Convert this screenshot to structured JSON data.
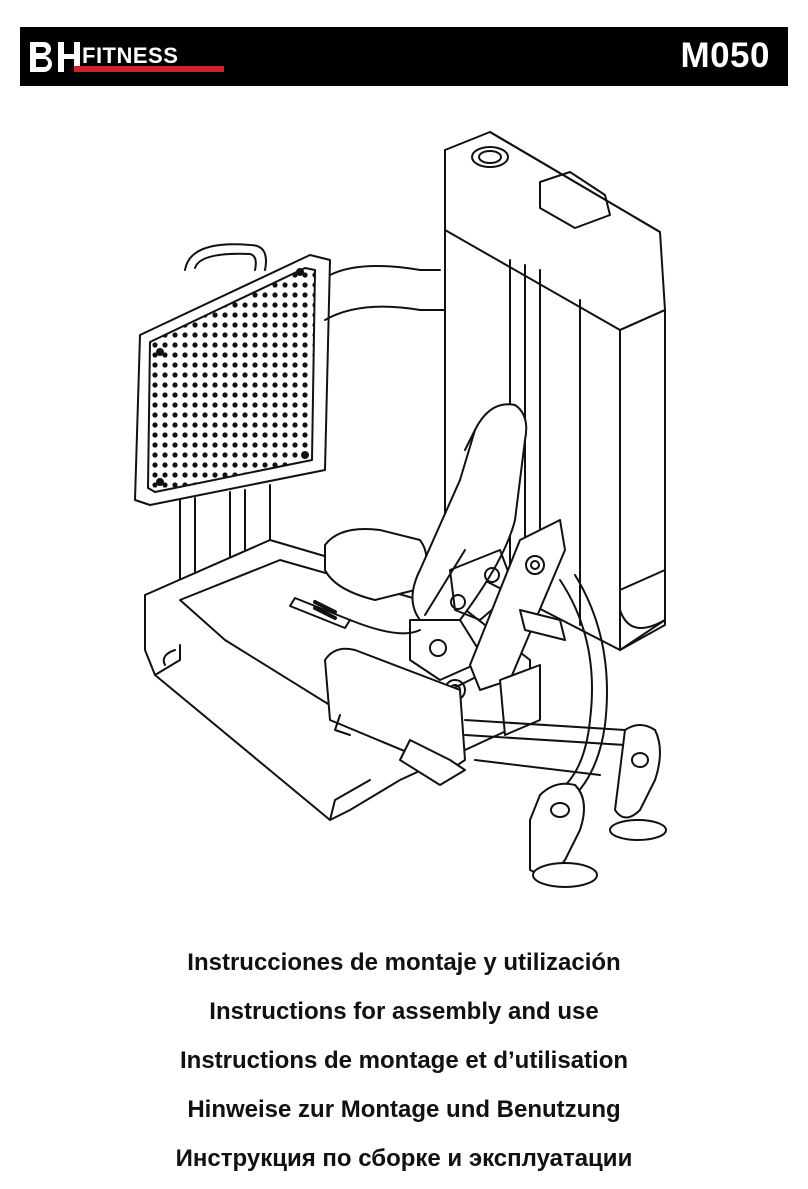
{
  "header": {
    "brand": "BH FITNESS",
    "model": "M050",
    "background_color": "#000000",
    "accent_color": "#cc2222"
  },
  "figure": {
    "icon": "leg-press-machine-line-drawing"
  },
  "titles": [
    "Instrucciones de montaje y utilización",
    "Instructions for assembly and use",
    "Instructions de montage et d’utilisation",
    "Hinweise zur Montage und Benutzung",
    "Инструкция по сборке и эксплуатации"
  ]
}
